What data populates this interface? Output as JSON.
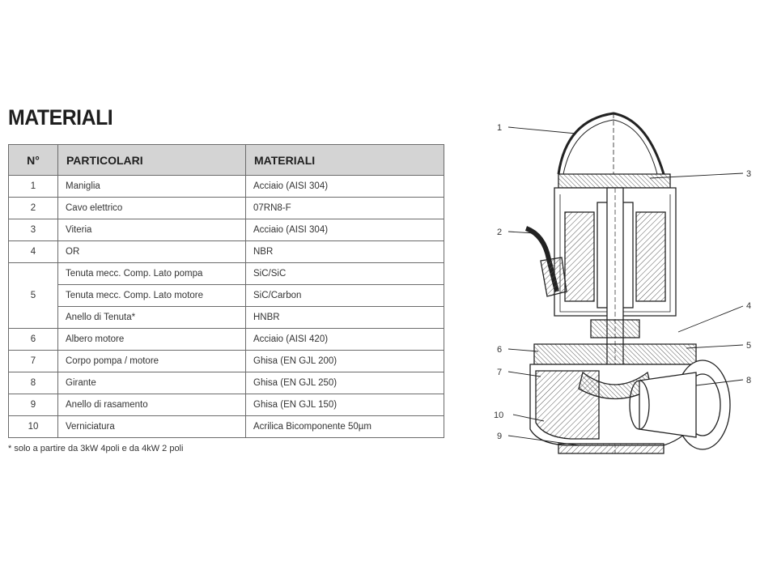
{
  "title": "MATERIALI",
  "table": {
    "headers": [
      "N°",
      "PARTICOLARI",
      "MATERIALI"
    ],
    "rows": [
      {
        "n": "1",
        "part": "Maniglia",
        "mat": "Acciaio (AISI 304)"
      },
      {
        "n": "2",
        "part": "Cavo elettrico",
        "mat": "07RN8-F"
      },
      {
        "n": "3",
        "part": "Viteria",
        "mat": "Acciaio (AISI 304)"
      },
      {
        "n": "4",
        "part": "OR",
        "mat": "NBR"
      },
      {
        "n": "5",
        "part": "Tenuta mecc. Comp. Lato pompa",
        "mat": "SiC/SiC"
      },
      {
        "n": "",
        "part": "Tenuta mecc. Comp. Lato motore",
        "mat": "SiC/Carbon"
      },
      {
        "n": "",
        "part": "Anello di Tenuta*",
        "mat": "HNBR"
      },
      {
        "n": "6",
        "part": "Albero motore",
        "mat": "Acciaio (AISI 420)"
      },
      {
        "n": "7",
        "part": "Corpo pompa / motore",
        "mat": "Ghisa (EN GJL 200)"
      },
      {
        "n": "8",
        "part": "Girante",
        "mat": "Ghisa (EN GJL 250)"
      },
      {
        "n": "9",
        "part": "Anello di rasamento",
        "mat": "Ghisa (EN GJL 150)"
      },
      {
        "n": "10",
        "part": "Verniciatura",
        "mat": "Acrilica Bicomponente 50µm"
      }
    ]
  },
  "footnote": "* solo a partire da 3kW 4poli e da 4kW 2 poli",
  "diagram": {
    "callouts": [
      "1",
      "2",
      "3",
      "4",
      "5",
      "6",
      "7",
      "8",
      "9",
      "10"
    ]
  }
}
